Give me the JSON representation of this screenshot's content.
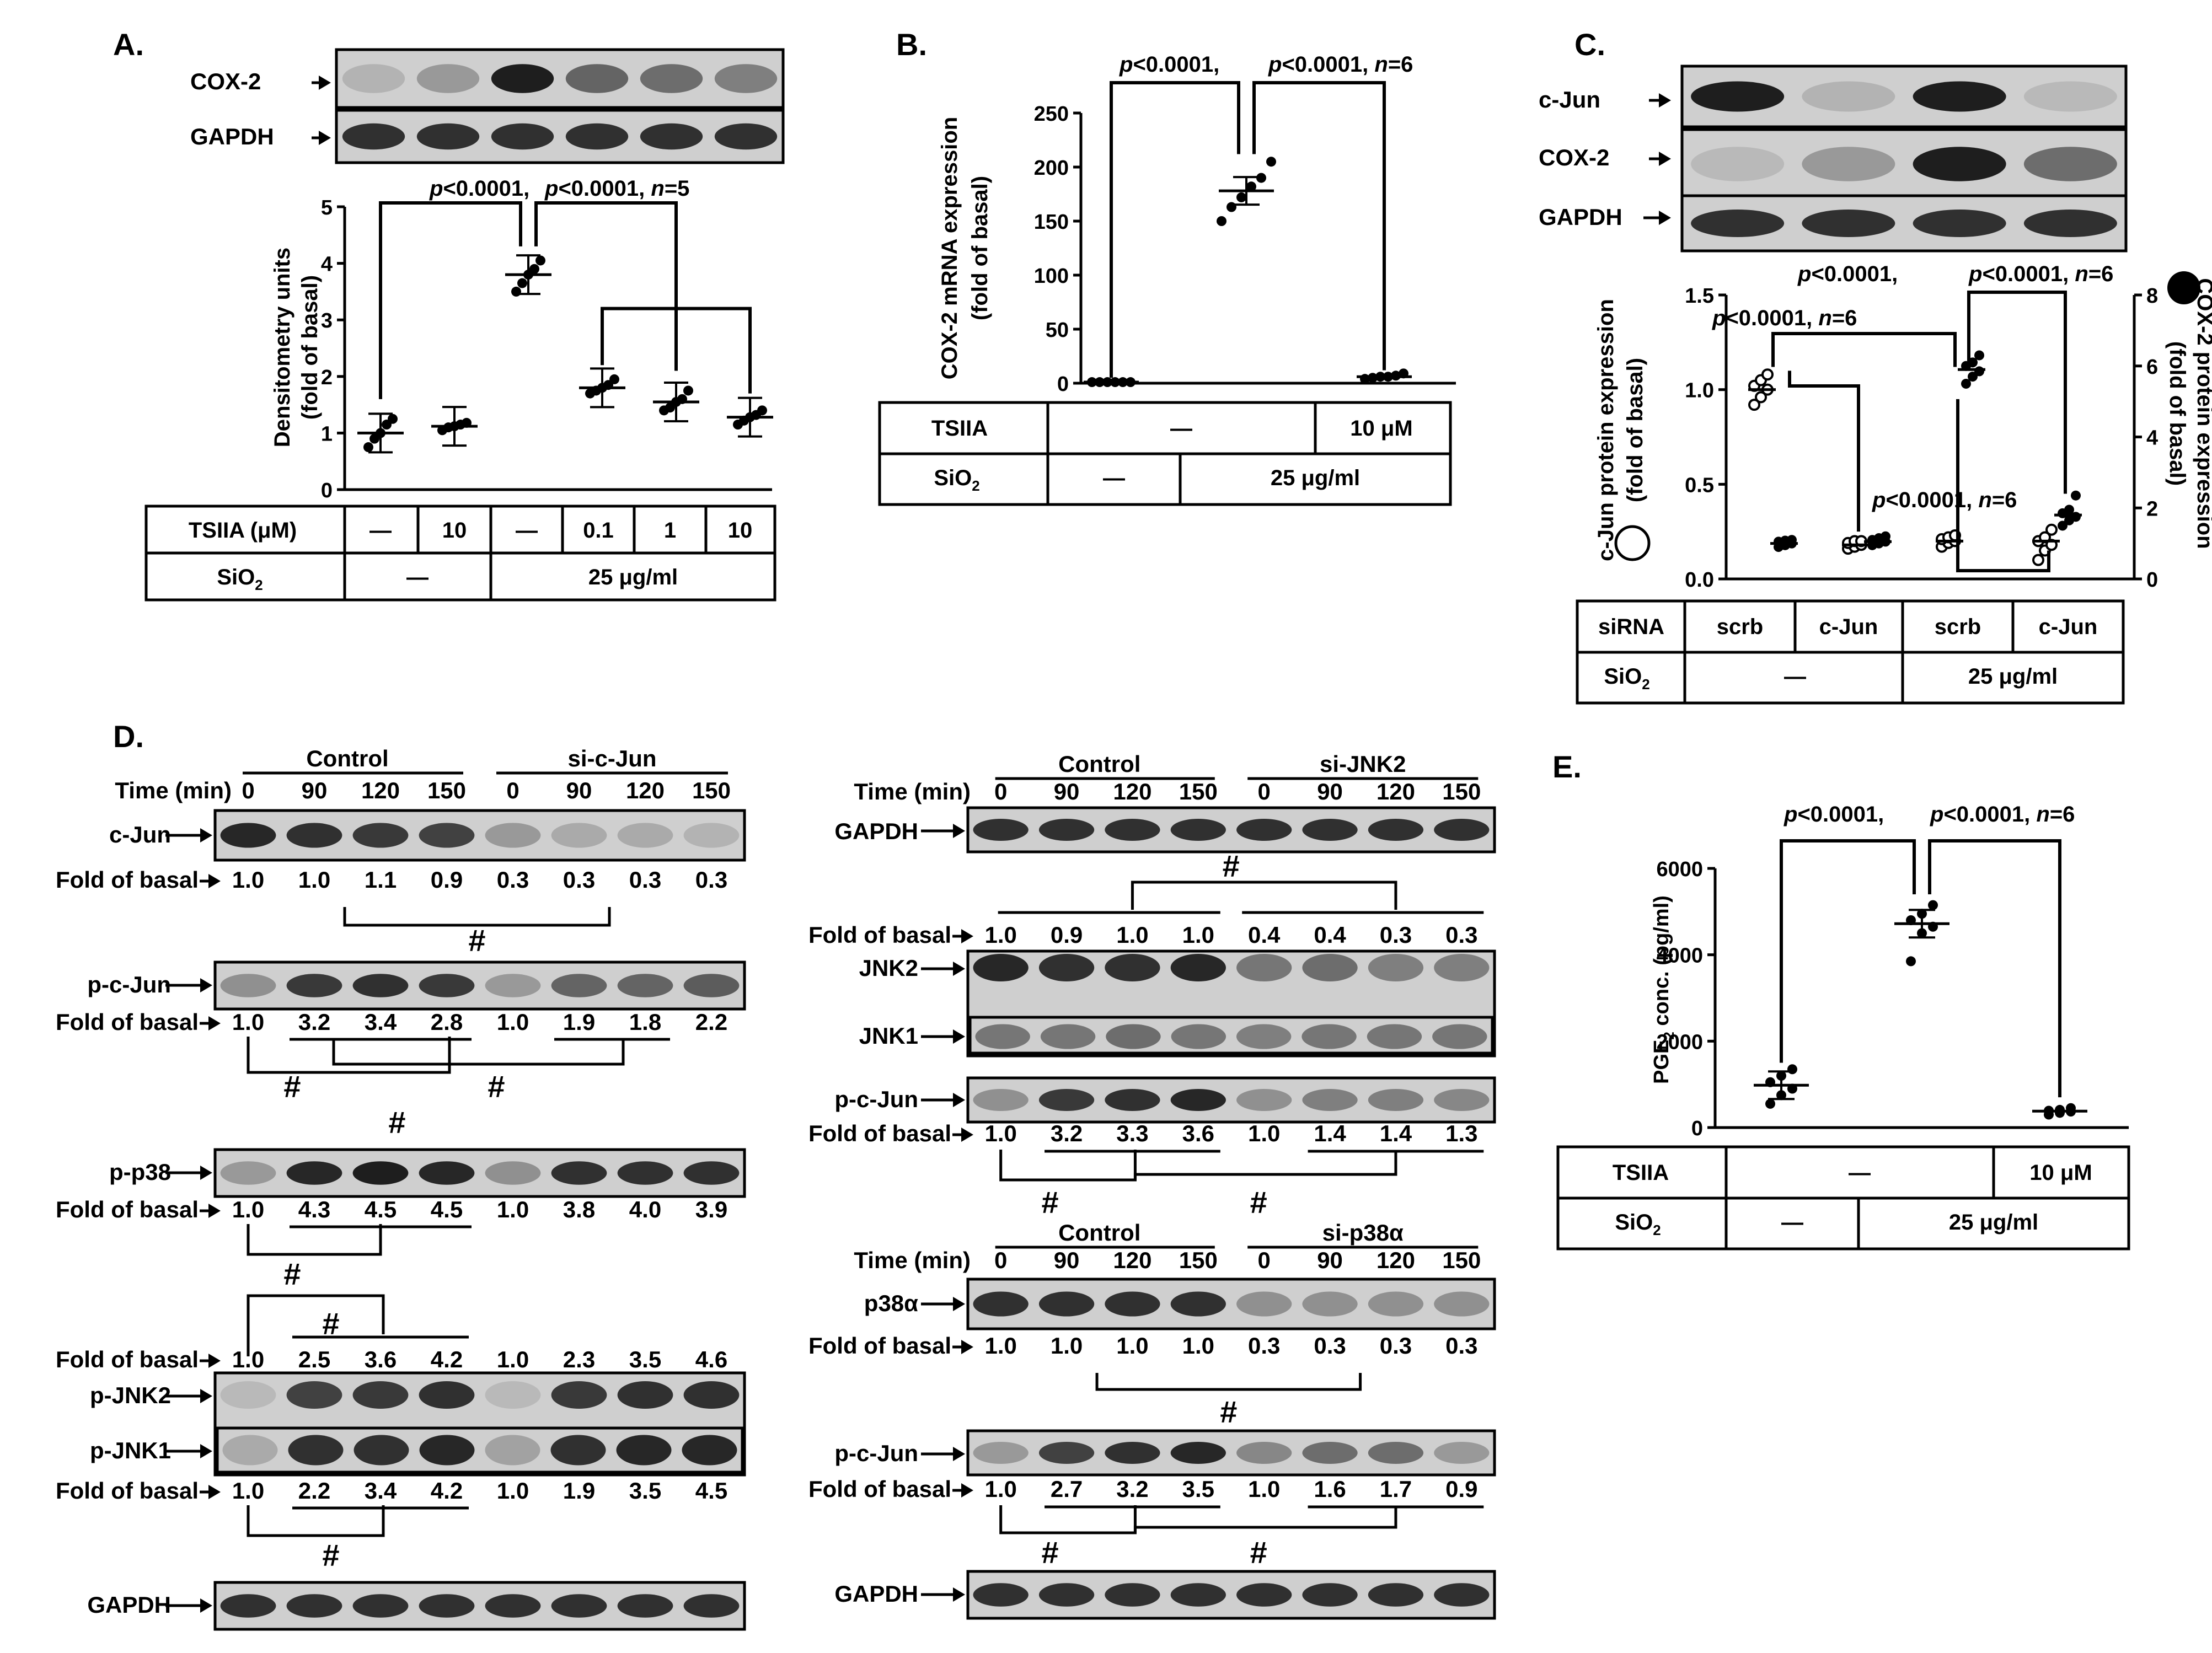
{
  "panels": {
    "A": {
      "label": "A.",
      "blot_labels": [
        "COX-2",
        "GAPDH"
      ],
      "stats": [
        "p<0.0001,",
        "p<0.0001, n=5"
      ],
      "ylabel": [
        "Densitometry units",
        "(fold of basal)"
      ],
      "yticks": [
        "0",
        "1",
        "2",
        "3",
        "4",
        "5"
      ],
      "table": {
        "row1_label": "TSIIA (μM)",
        "row1": [
          "—",
          "10",
          "—",
          "0.1",
          "1",
          "10"
        ],
        "row2_label": "SiO2",
        "row2": [
          "—",
          "25 μg/ml"
        ]
      }
    },
    "B": {
      "label": "B.",
      "stats": [
        "p<0.0001,",
        "p<0.0001, n=6"
      ],
      "ylabel": [
        "COX-2 mRNA expression",
        "(fold of basal)"
      ],
      "yticks": [
        "0",
        "50",
        "100",
        "150",
        "200",
        "250"
      ],
      "table": {
        "row1_label": "TSIIA",
        "row1": [
          "—",
          "10 μM"
        ],
        "row2_label": "SiO2",
        "row2": [
          "—",
          "25 μg/ml"
        ]
      }
    },
    "C": {
      "label": "C.",
      "blot_labels": [
        "c-Jun",
        "COX-2",
        "GAPDH"
      ],
      "stats": [
        "p<0.0001,",
        "p<0.0001, n=6",
        "p<0.0001, n=6",
        "p<0.0001, n=6"
      ],
      "ylabel_left": [
        "c-Jun protein expression",
        "(fold of basal)"
      ],
      "ylabel_right": [
        "COX-2 protein expression",
        "(fold of basal)"
      ],
      "yticks_left": [
        "0.0",
        "0.5",
        "1.0",
        "1.5"
      ],
      "yticks_right": [
        "0",
        "2",
        "4",
        "6",
        "8"
      ],
      "table": {
        "row1_label": "siRNA",
        "row1": [
          "scrb",
          "c-Jun",
          "scrb",
          "c-Jun"
        ],
        "row2_label": "SiO2",
        "row2": [
          "—",
          "25 μg/ml"
        ]
      }
    },
    "D": {
      "label": "D.",
      "left": {
        "group_labels": [
          "Control",
          "si-c-Jun"
        ],
        "time_label": "Time (min)",
        "times": [
          "0",
          "90",
          "120",
          "150",
          "0",
          "90",
          "120",
          "150"
        ],
        "fold_label": "Fold of basal",
        "hash": "#",
        "blots": [
          {
            "label": "c-Jun",
            "folds": [
              "1.0",
              "1.0",
              "1.1",
              "0.9",
              "0.3",
              "0.3",
              "0.3",
              "0.3"
            ]
          },
          {
            "label": "p-c-Jun",
            "folds": [
              "1.0",
              "3.2",
              "3.4",
              "2.8",
              "1.0",
              "1.9",
              "1.8",
              "2.2"
            ]
          },
          {
            "label": "p-p38",
            "folds": [
              "1.0",
              "4.3",
              "4.5",
              "4.5",
              "1.0",
              "3.8",
              "4.0",
              "3.9"
            ]
          },
          {
            "label": "p-JNK",
            "top_label": "p-JNK2",
            "bottom_label": "p-JNK1",
            "folds_top": [
              "1.0",
              "2.5",
              "3.6",
              "4.2",
              "1.0",
              "2.3",
              "3.5",
              "4.6"
            ],
            "folds": [
              "1.0",
              "2.2",
              "3.4",
              "4.2",
              "1.0",
              "1.9",
              "3.5",
              "4.5"
            ]
          },
          {
            "label": "GAPDH"
          }
        ]
      },
      "right1": {
        "group_labels": [
          "Control",
          "si-JNK2"
        ],
        "time_label": "Time (min)",
        "times": [
          "0",
          "90",
          "120",
          "150",
          "0",
          "90",
          "120",
          "150"
        ],
        "fold_label": "Fold of basal",
        "hash": "#",
        "blots": [
          {
            "label": "GAPDH"
          },
          {
            "label": "JNK",
            "top_label": "JNK2",
            "bottom_label": "JNK1",
            "folds_top": [
              "1.0",
              "0.9",
              "1.0",
              "1.0",
              "0.4",
              "0.4",
              "0.3",
              "0.3"
            ]
          },
          {
            "label": "p-c-Jun",
            "folds": [
              "1.0",
              "3.2",
              "3.3",
              "3.6",
              "1.0",
              "1.4",
              "1.4",
              "1.3"
            ]
          }
        ]
      },
      "right2": {
        "group_labels": [
          "Control",
          "si-p38α"
        ],
        "time_label": "Time (min)",
        "times": [
          "0",
          "90",
          "120",
          "150",
          "0",
          "90",
          "120",
          "150"
        ],
        "fold_label": "Fold of basal",
        "hash": "#",
        "blots": [
          {
            "label": "p38α",
            "folds": [
              "1.0",
              "1.0",
              "1.0",
              "1.0",
              "0.3",
              "0.3",
              "0.3",
              "0.3"
            ]
          },
          {
            "label": "p-c-Jun",
            "folds": [
              "1.0",
              "2.7",
              "3.2",
              "3.5",
              "1.0",
              "1.6",
              "1.7",
              "0.9"
            ]
          },
          {
            "label": "GAPDH"
          }
        ]
      }
    },
    "E": {
      "label": "E.",
      "stats": [
        "p<0.0001,",
        "p<0.0001, n=6"
      ],
      "ylabel": "PGE2 conc. (pg/ml)",
      "yticks": [
        "0",
        "2000",
        "4000",
        "6000"
      ],
      "table": {
        "row1_label": "TSIIA",
        "row1": [
          "—",
          "10 μM"
        ],
        "row2_label": "SiO2",
        "row2": [
          "—",
          "25 μg/ml"
        ]
      }
    }
  },
  "chart_data": [
    {
      "type": "scatter",
      "panel": "A",
      "ylabel": "Densitometry units (fold of basal)",
      "ylim": [
        0,
        5
      ],
      "categories": [
        "1",
        "2",
        "3",
        "4",
        "5",
        "6"
      ],
      "means": [
        1.0,
        1.12,
        3.8,
        1.8,
        1.55,
        1.28
      ],
      "points": [
        [
          0.75,
          0.9,
          1.0,
          1.15,
          1.25
        ],
        [
          1.05,
          1.1,
          1.12,
          1.15,
          1.18
        ],
        [
          3.5,
          3.65,
          3.8,
          3.9,
          4.05
        ],
        [
          1.7,
          1.75,
          1.8,
          1.85,
          1.95
        ],
        [
          1.4,
          1.45,
          1.55,
          1.6,
          1.75
        ],
        [
          1.15,
          1.22,
          1.28,
          1.32,
          1.4
        ]
      ]
    },
    {
      "type": "scatter",
      "panel": "B",
      "ylabel": "COX-2 mRNA expression (fold of basal)",
      "ylim": [
        0,
        250
      ],
      "categories": [
        "1",
        "2",
        "3"
      ],
      "means": [
        1,
        178,
        6
      ],
      "points": [
        [
          1,
          1,
          1,
          1,
          1,
          1
        ],
        [
          150,
          163,
          172,
          182,
          190,
          205
        ],
        [
          4,
          5,
          6,
          6,
          7,
          9
        ]
      ]
    },
    {
      "type": "scatter",
      "panel": "C",
      "categories": [
        "1",
        "2",
        "3",
        "4"
      ],
      "series": [
        {
          "name": "c-Jun protein expression",
          "ylim": [
            0,
            1.5
          ],
          "means": [
            1.0,
            0.18,
            0.2,
            0.2
          ],
          "points": [
            [
              0.92,
              0.96,
              1.0,
              1.02,
              1.05,
              1.08
            ],
            [
              0.16,
              0.17,
              0.18,
              0.19,
              0.2,
              0.2
            ],
            [
              0.17,
              0.19,
              0.2,
              0.21,
              0.22,
              0.23
            ],
            [
              0.1,
              0.15,
              0.18,
              0.2,
              0.22,
              0.26
            ]
          ]
        },
        {
          "name": "COX-2 protein expression",
          "ylim": [
            0,
            8
          ],
          "means": [
            1.0,
            1.05,
            5.9,
            1.8
          ],
          "points": [
            [
              0.9,
              0.95,
              1.0,
              1.05,
              1.08,
              1.1
            ],
            [
              0.95,
              1.0,
              1.05,
              1.1,
              1.15,
              1.2
            ],
            [
              5.5,
              5.7,
              5.85,
              6.0,
              6.1,
              6.3
            ],
            [
              1.5,
              1.65,
              1.75,
              1.85,
              1.95,
              2.35
            ]
          ]
        }
      ]
    },
    {
      "type": "scatter",
      "panel": "E",
      "ylabel": "PGE2 conc. (pg/ml)",
      "ylim": [
        0,
        6000
      ],
      "categories": [
        "1",
        "2",
        "3"
      ],
      "means": [
        980,
        4720,
        380
      ],
      "points": [
        [
          550,
          750,
          900,
          1050,
          1200,
          1350
        ],
        [
          3850,
          4500,
          4650,
          4800,
          4950,
          5150
        ],
        [
          300,
          340,
          370,
          390,
          410,
          450
        ]
      ]
    }
  ]
}
